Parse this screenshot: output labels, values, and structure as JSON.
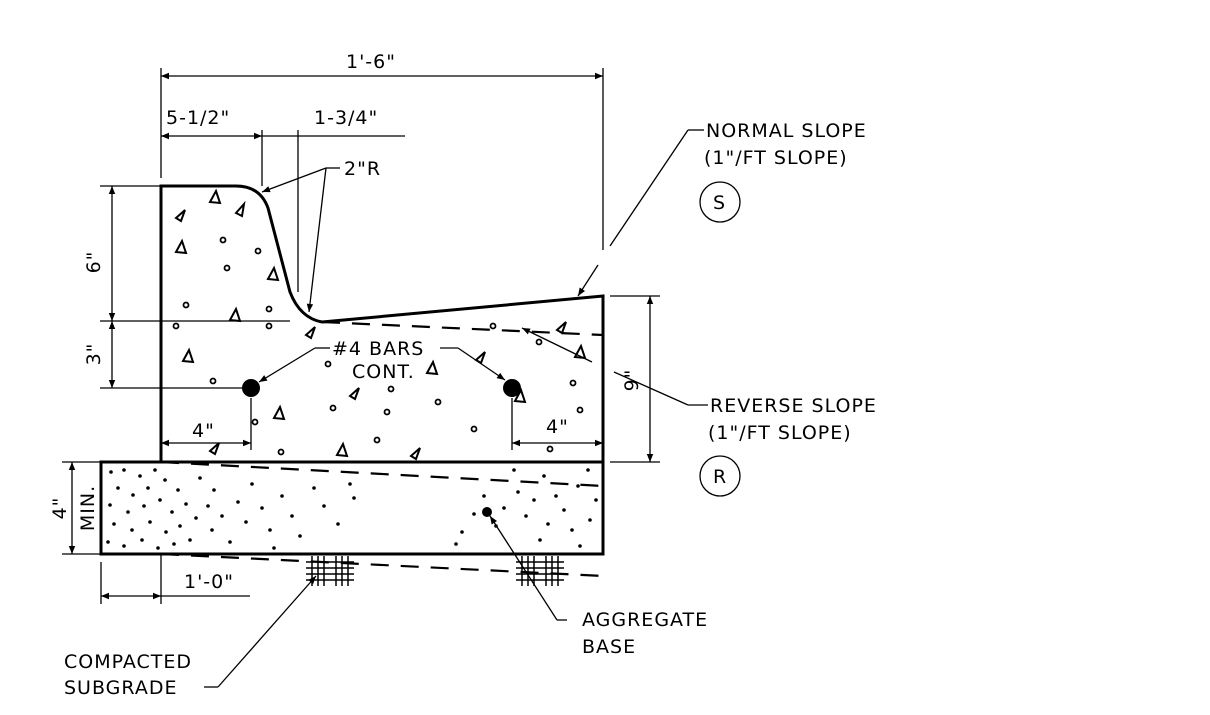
{
  "dimensions": {
    "overall_width": "1'-6\"",
    "top_left": "5-1/2\"",
    "top_right": "1-3/4\"",
    "radius": "2\"R",
    "height_upper": "6\"",
    "height_lower": "3\"",
    "curb_height": "9\"",
    "bar_offset_left": "4\"",
    "bar_offset_right": "4\"",
    "base_thickness": "4\"",
    "base_min": "MIN.",
    "base_extension": "1'-0\""
  },
  "labels": {
    "bars_line1": "#4 BARS",
    "bars_line2": "CONT.",
    "normal_slope": "NORMAL SLOPE",
    "normal_slope_rate": "(1\"/FT SLOPE)",
    "normal_symbol": "S",
    "reverse_slope": "REVERSE SLOPE",
    "reverse_slope_rate": "(1\"/FT SLOPE)",
    "reverse_symbol": "R",
    "aggregate_line1": "AGGREGATE",
    "aggregate_line2": "BASE",
    "subgrade_line1": "COMPACTED",
    "subgrade_line2": "SUBGRADE"
  }
}
